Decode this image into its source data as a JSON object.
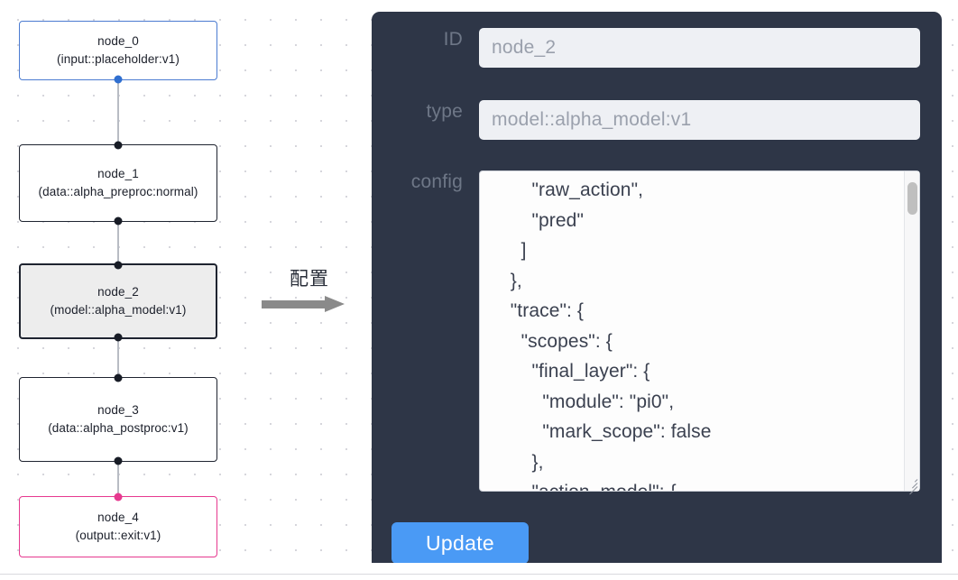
{
  "canvas": {
    "nodes": [
      {
        "id": "node_0",
        "type": "(input::placeholder:v1)",
        "state": "input"
      },
      {
        "id": "node_1",
        "type": "(data::alpha_preproc:normal)",
        "state": "default"
      },
      {
        "id": "node_2",
        "type": "(model::alpha_model:v1)",
        "state": "selected"
      },
      {
        "id": "node_3",
        "type": "(data::alpha_postproc:v1)",
        "state": "default"
      },
      {
        "id": "node_4",
        "type": "(output::exit:v1)",
        "state": "output"
      }
    ],
    "node_colors": {
      "input_border": "#4b7bd1",
      "output_border": "#e6398f",
      "default_border": "#1f2430",
      "selected_fill": "#ededed",
      "edge": "#b8bcc4"
    }
  },
  "annotation": {
    "label": "配置",
    "arrow_color": "#8a8a8a"
  },
  "panel": {
    "background": "#2e3647",
    "fields": {
      "id": {
        "label": "ID",
        "value": "node_2"
      },
      "type": {
        "label": "type",
        "value": "model::alpha_model:v1"
      },
      "config": {
        "label": "config",
        "value": "        \"raw_action\",\n        \"pred\"\n      ]\n    },\n    \"trace\": {\n      \"scopes\": {\n        \"final_layer\": {\n          \"module\": \"pi0\",\n          \"mark_scope\": false\n        },\n        \"action_model\": {"
      }
    },
    "update_button": {
      "label": "Update",
      "color": "#4a9af5"
    }
  }
}
